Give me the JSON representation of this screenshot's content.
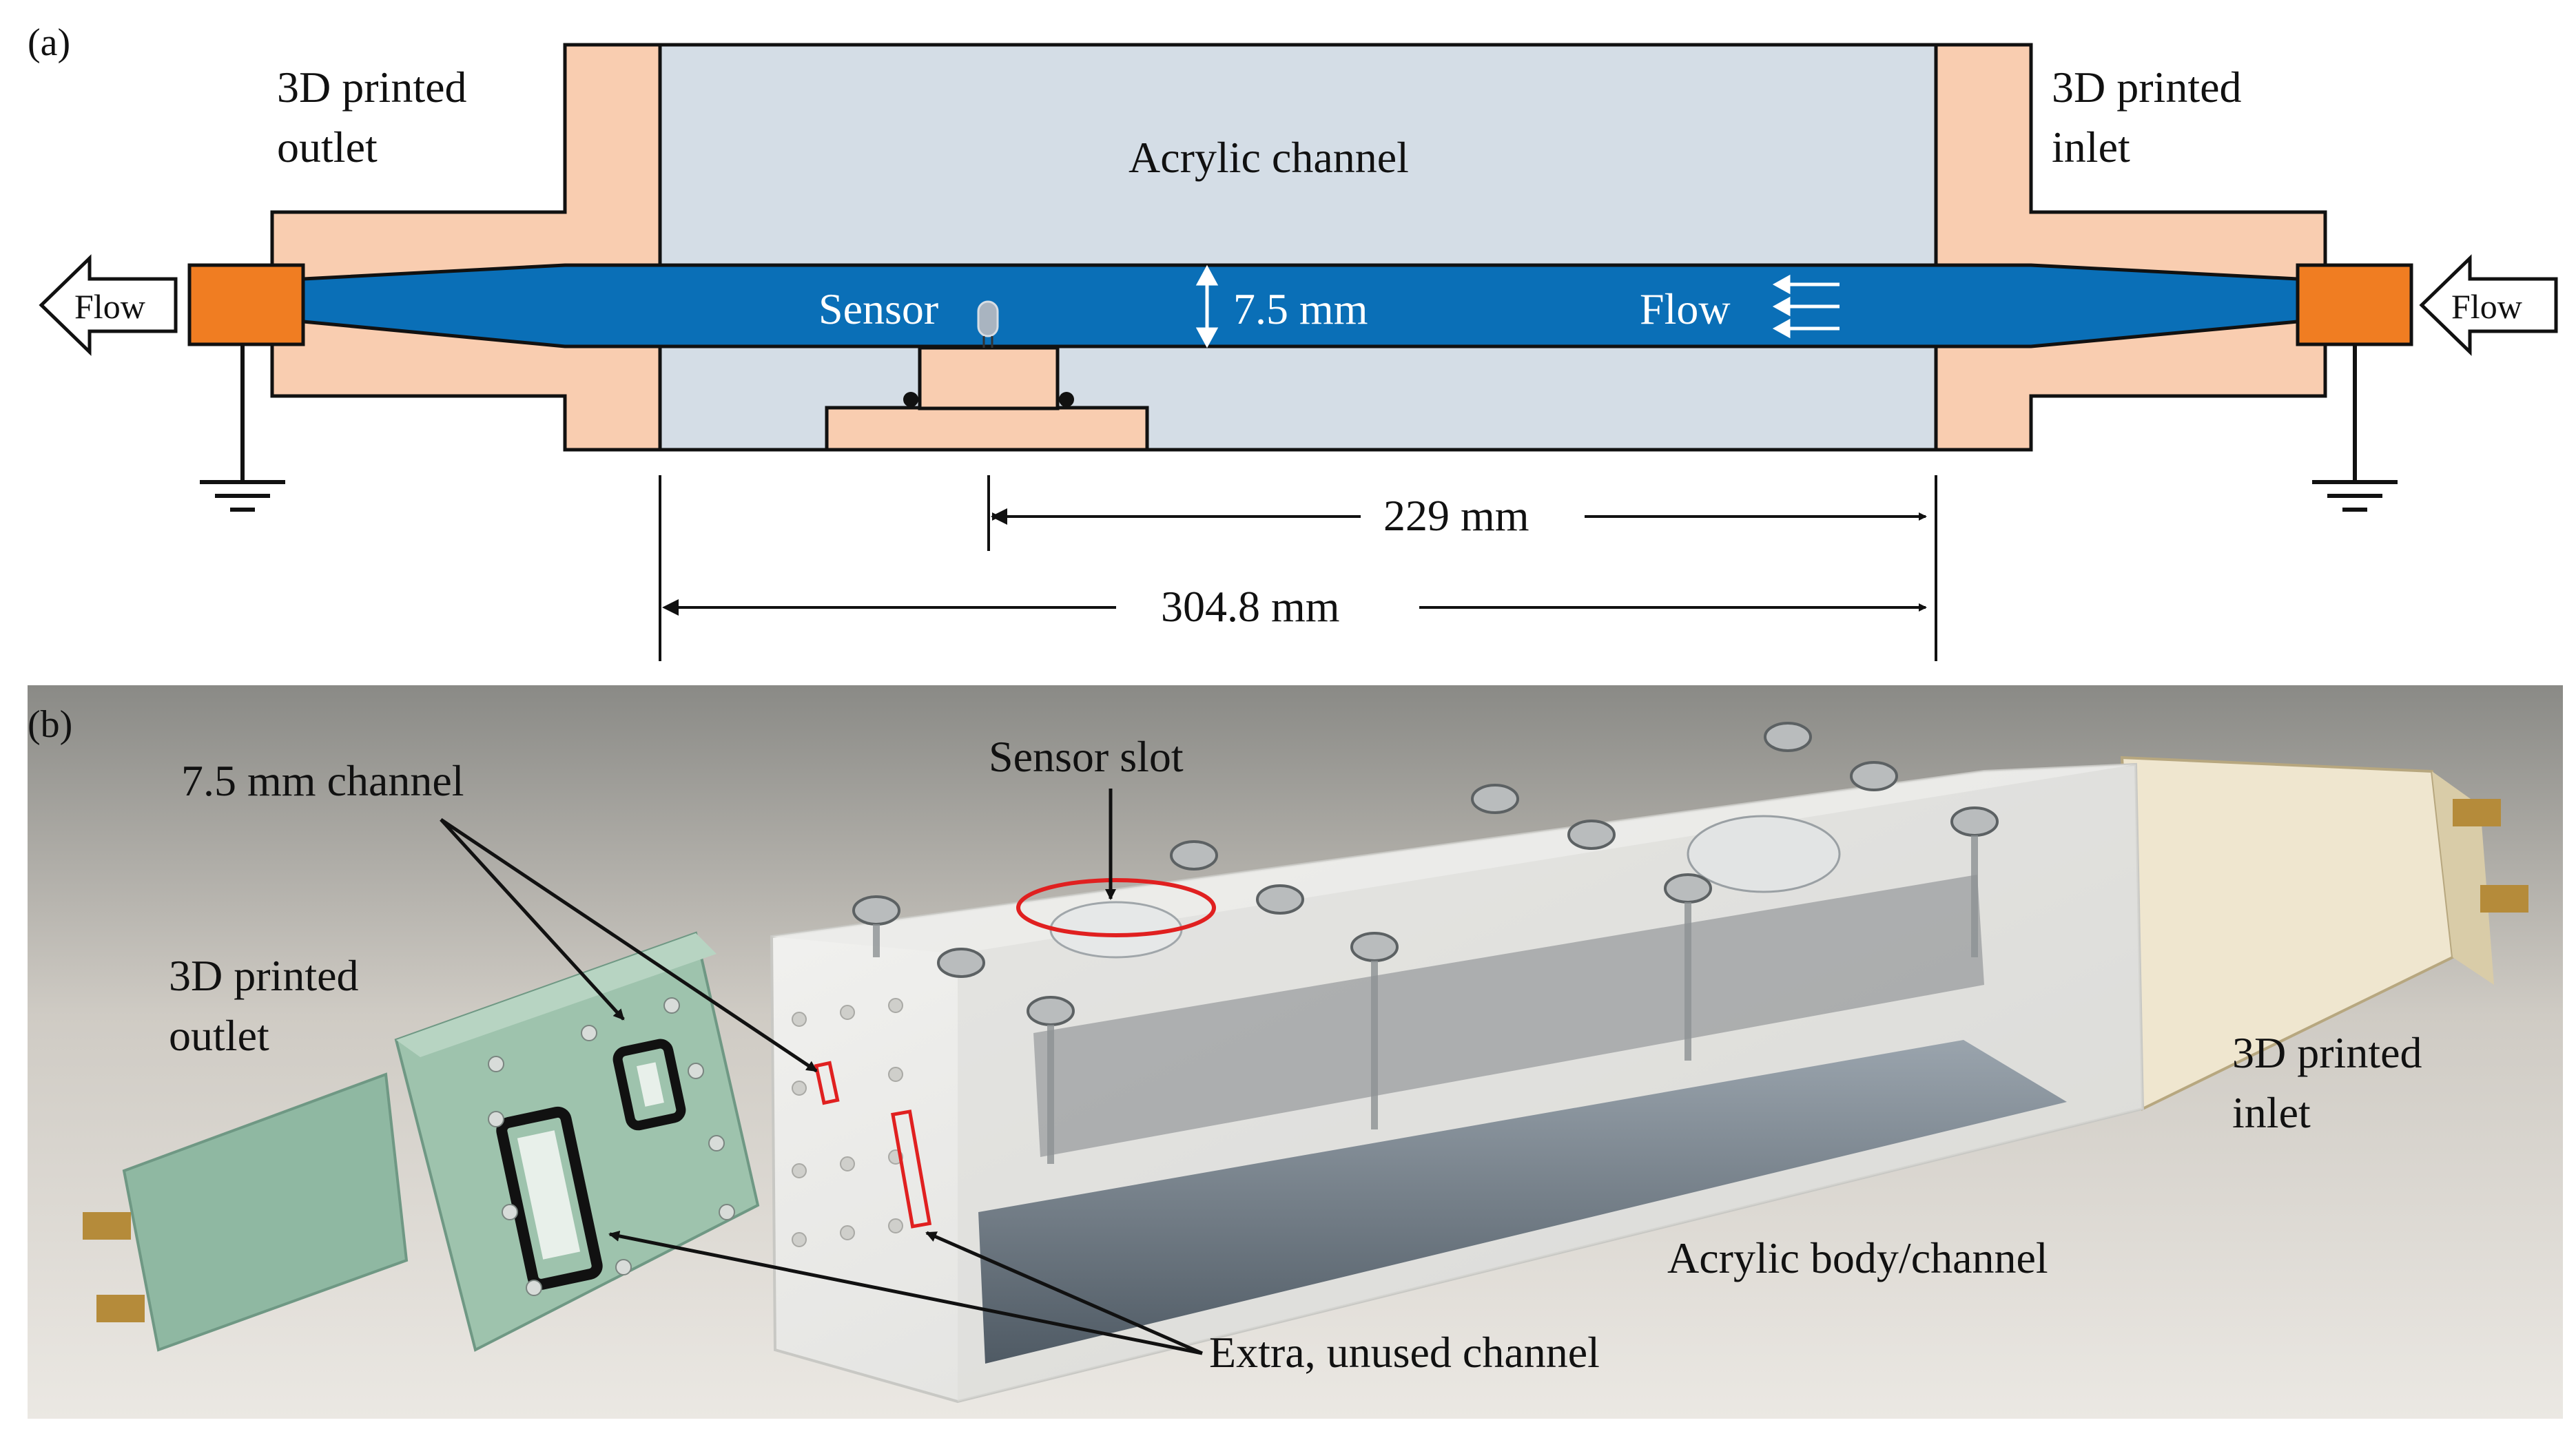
{
  "panel_a": {
    "tag": "(a)",
    "outlet_label": [
      "3D printed",
      "outlet"
    ],
    "inlet_label": [
      "3D printed",
      "inlet"
    ],
    "channel_label": "Acrylic channel",
    "flow_left": "Flow",
    "flow_right": "Flow",
    "flow_inside": "Flow",
    "sensor_label": "Sensor",
    "height_label": "7.5 mm",
    "dim_sensor": "229 mm",
    "dim_channel": "304.8 mm",
    "colors": {
      "printed_part": "#f9cdb0",
      "acrylic": "#d4dde6",
      "water": "#0a6fb7",
      "fitting": "#f07d22"
    }
  },
  "panel_b": {
    "tag": "(b)",
    "sensor_slot": "Sensor slot",
    "channel_75": "7.5 mm channel",
    "outlet_label": [
      "3D printed",
      "outlet"
    ],
    "inlet_label": [
      "3D printed",
      "inlet"
    ],
    "body_label": "Acrylic body/channel",
    "extra_channel": "Extra, unused channel",
    "colors": {
      "photo_bg": "#e8e4de",
      "outlet_part": "#9ec3ad",
      "highlight": "#e02020"
    }
  }
}
